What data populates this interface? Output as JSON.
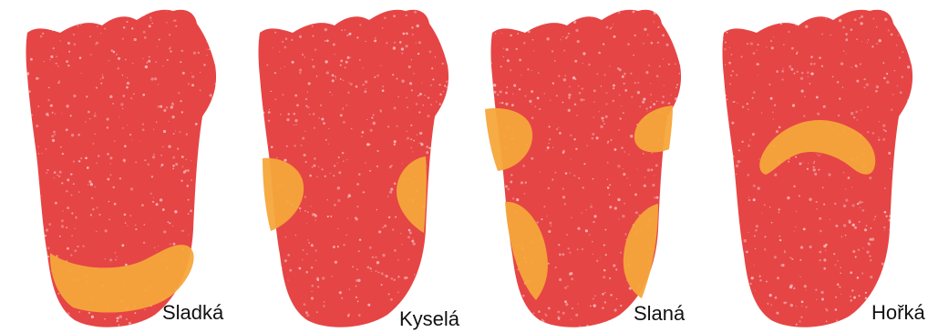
{
  "colors": {
    "tongue": "#e64545",
    "speckle": "#f7c9c9",
    "zone": "#f5a73b",
    "background": "#ffffff",
    "label": "#111111"
  },
  "panels": [
    {
      "taste": "sweet",
      "label": "Sladká"
    },
    {
      "taste": "sour",
      "label": "Kyselá"
    },
    {
      "taste": "salty",
      "label": "Slaná"
    },
    {
      "taste": "bitter",
      "label": "Hořká"
    }
  ]
}
